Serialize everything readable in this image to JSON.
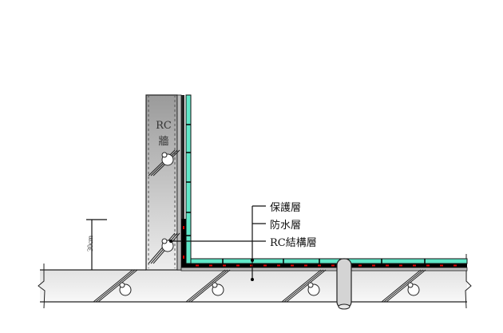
{
  "wall_label": [
    "RC",
    "牆"
  ],
  "dimension_label": "30cm",
  "layer_labels": [
    "保護層",
    "防水層",
    "RC結構層"
  ],
  "colors": {
    "protection": "#5fe8c8",
    "waterproof": "#000000",
    "dots": "#e00000",
    "concrete": "#c8c8c8"
  }
}
